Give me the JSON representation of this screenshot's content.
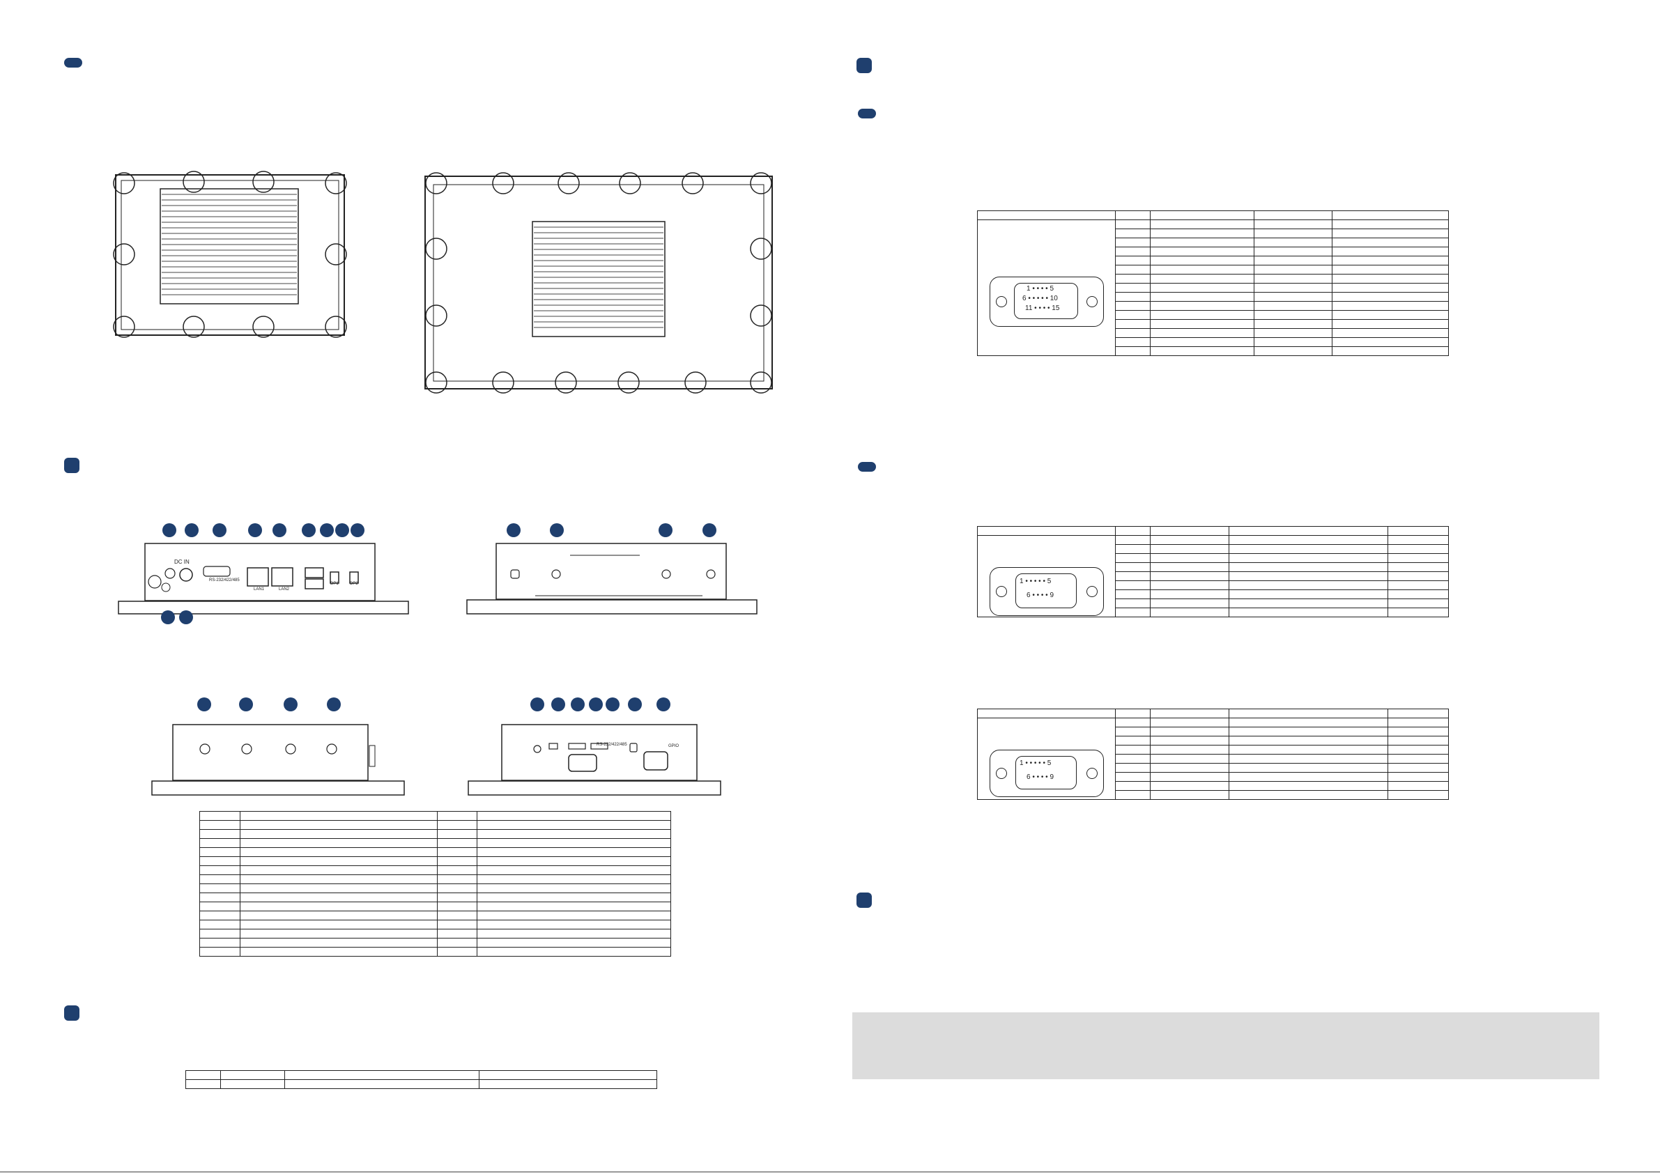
{
  "connectors": {
    "db15": {
      "top_row": "1 • • • • 5",
      "mid_row": "6 • • • • • 10",
      "bot_row": "11 • • • • 15"
    },
    "db9a": {
      "top_row": "1 • • • • • 5",
      "bot_row": "6 • • • • 9"
    },
    "db9b": {
      "top_row": "1 • • • • • 5",
      "bot_row": "6 • • • • 9"
    }
  },
  "port_labels": {
    "dc_in": "DC IN",
    "rs232_1": "RS-232/422/485",
    "lan1": "LAN1",
    "lan2": "LAN2",
    "dp1": "DP1",
    "dp2": "DP2",
    "rs232_2": "RS-232/422/485",
    "gpio": "GPIO"
  },
  "colors": {
    "accent": "#1f3f6e",
    "note_bg": "#dcdcdc"
  }
}
